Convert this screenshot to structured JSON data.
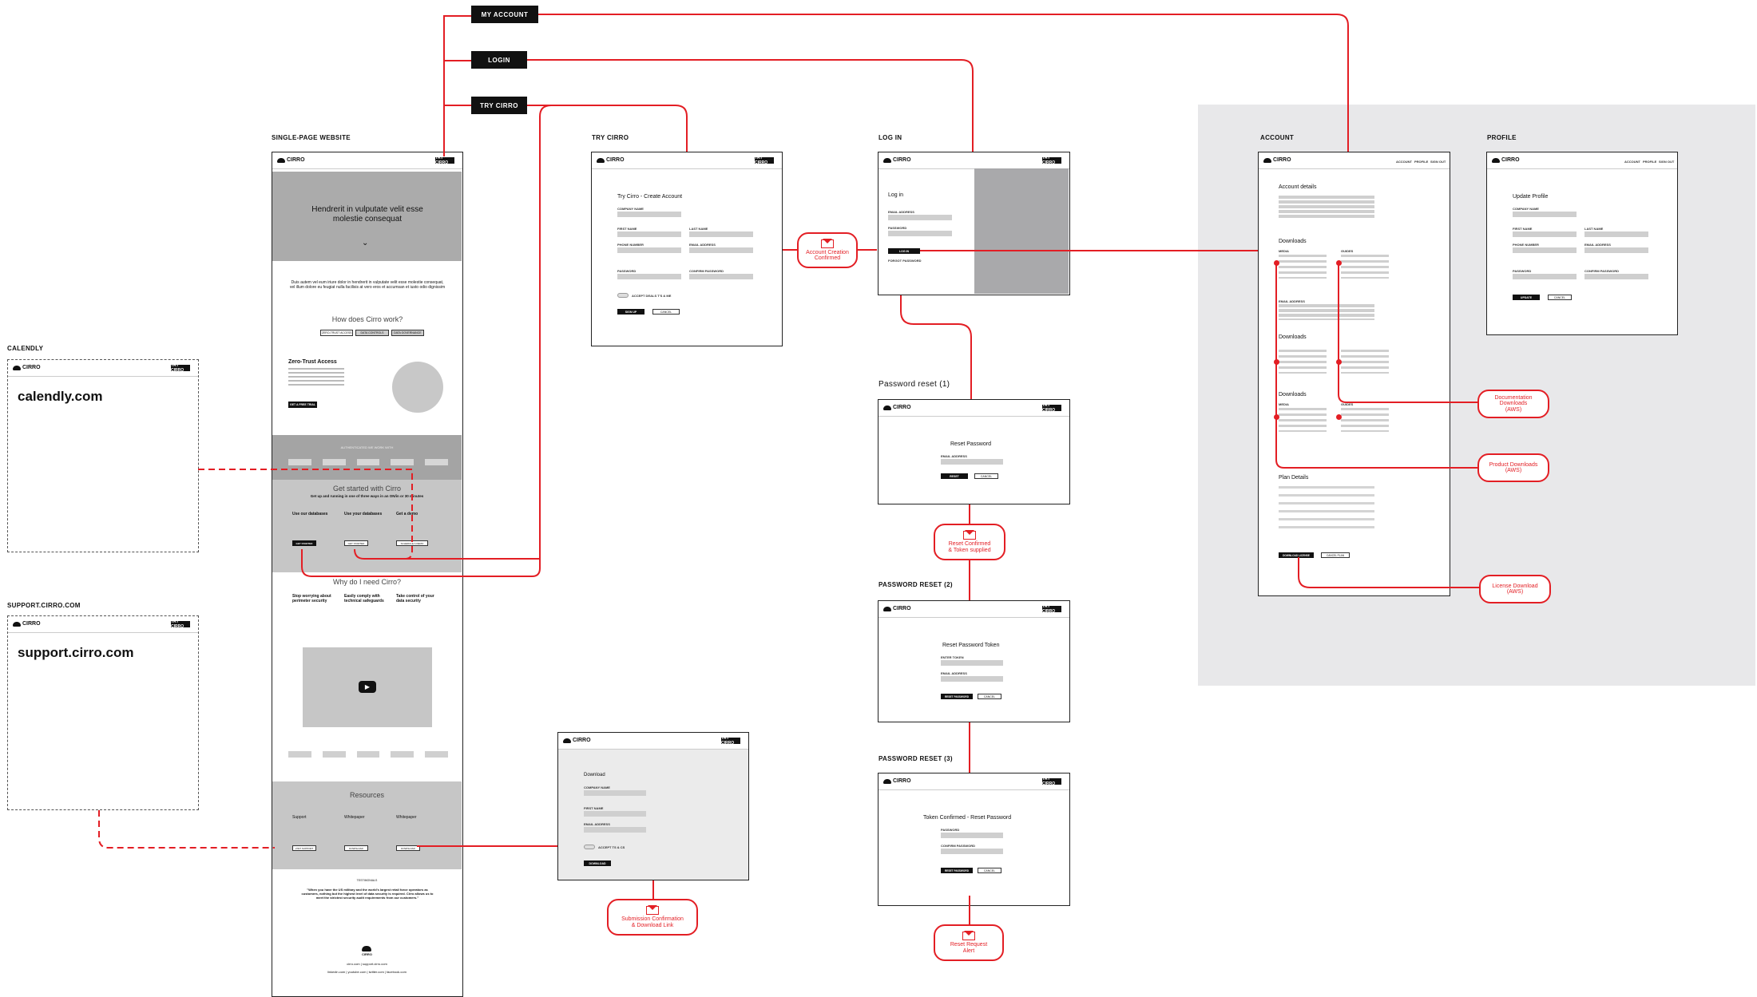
{
  "nav": {
    "my_account": "MY ACCOUNT",
    "login": "LOGIN",
    "try_cirro": "TRY CIRRO"
  },
  "sections": {
    "single_page": "SINGLE-PAGE WEBSITE",
    "try_cirro": "TRY CIRRO",
    "log_in": "LOG IN",
    "account": "ACCOUNT",
    "profile": "PROFILE",
    "calendly": "CALENDLY",
    "support": "SUPPORT.CIRRO.COM",
    "password_reset_1": "Password reset (1)",
    "password_reset_2": "PASSWORD RESET (2)",
    "password_reset_3": "PASSWORD RESET (3)"
  },
  "brand": {
    "logo": "CIRRO",
    "try_button": "TRY CIRRO",
    "accent_color": "#e31e24"
  },
  "website": {
    "hero_title": "Hendrerit in vulputate velit esse molestie consequat",
    "intro": "Duis autem vel eum iriure dolor in hendrerit in vulputate velit esse molestie consequat, vel illum dolore eu feugiat nulla facilisis at vero eros et accumsan et iusto odio dignissim",
    "how_title": "How does Cirro work?",
    "tabs": [
      "ZERO-TRUST ACCESS",
      "DATA CONTROLS",
      "DATA GOVERNANCE"
    ],
    "feature_title": "Zero-Trust Access",
    "feature_button": "GET A FREE TRIAL",
    "band_text": "AUTHENTICATED WE WORK WITH",
    "get_started_title": "Get started with Cirro",
    "get_started_sub": "Get up and running in one of three ways in an ON/in or 30 minutes",
    "options": [
      "Use our databases",
      "Use your databases",
      "Get a demo"
    ],
    "option_buttons": [
      "GET STARTED",
      "GET STARTED",
      "SCHEDULE A DEMO"
    ],
    "why_title": "Why do I need Cirro?",
    "why_cols": [
      "Stop worrying about perimeter security",
      "Easily comply with technical safeguards",
      "Take control of your data security"
    ],
    "resources_title": "Resources",
    "resources": [
      "Support",
      "Whitepaper",
      "Whitepaper"
    ],
    "resource_buttons": [
      "VISIT SUPPORT",
      "DOWNLOAD",
      "DOWNLOAD"
    ],
    "testimonial_label": "TESTIMONIALS",
    "quote": "\"When you have the US military and the world's largest retail force operators as customers, nothing but the highest level of data security is required. Cirro allows us to meet the strictest security audit requirements from our customers.\"",
    "footer_logo": "CIRRO",
    "footer_links": "cirro.com | support.cirro.com",
    "footer_social": "linkedin.com | youtube.com | twitter.com | facebook.com"
  },
  "calendly": {
    "url": "calendly.com"
  },
  "support": {
    "url": "support.cirro.com"
  },
  "try_form": {
    "title": "Try Cirro - Create Account",
    "fields": [
      "COMPANY NAME",
      "FIRST NAME",
      "LAST NAME",
      "PHONE NUMBER",
      "EMAIL ADDRESS",
      "PASSWORD",
      "CONFIRM PASSWORD"
    ],
    "toggle": "ACCEPT DEALS T'S & ME",
    "submit": "SIGN UP",
    "cancel": "CANCEL"
  },
  "login": {
    "title": "Log in",
    "fields": [
      "EMAIL ADDRESS",
      "PASSWORD"
    ],
    "submit": "LOG IN",
    "forgot": "FORGOT PASSWORD"
  },
  "reset1": {
    "title": "Reset Password",
    "field": "EMAIL ADDRESS",
    "submit": "RESET",
    "cancel": "CANCEL"
  },
  "reset2": {
    "title": "Reset Password Token",
    "fields": [
      "ENTER TOKEN",
      "EMAIL ADDRESS"
    ],
    "submit": "RESET PASSWORD",
    "cancel": "CANCEL"
  },
  "reset3": {
    "title": "Token Confirmed - Reset Password",
    "fields": [
      "PASSWORD",
      "CONFIRM PASSWORD"
    ],
    "submit": "RESET PASSWORD",
    "cancel": "CANCEL"
  },
  "download": {
    "title": "Download",
    "fields": [
      "COMPANY NAME",
      "FIRST NAME",
      "EMAIL ADDRESS"
    ],
    "toggle": "ACCEPT TS & CS",
    "submit": "DOWNLOAD"
  },
  "account": {
    "nav": [
      "ACCOUNT",
      "PROFILE",
      "SIGN OUT"
    ],
    "details_title": "Account details",
    "downloads_title": "Downloads",
    "col_labels": [
      "MEDIA",
      "GUIDES"
    ],
    "email_label": "EMAIL ADDRESS",
    "plan_title": "Plan Details",
    "download_license": "DOWNLOAD LICENSE",
    "cancel_plan": "CANCEL PLAN"
  },
  "profile": {
    "nav": [
      "ACCOUNT",
      "PROFILE",
      "SIGN OUT"
    ],
    "title": "Update Profile",
    "fields": [
      "COMPANY NAME",
      "FIRST NAME",
      "LAST NAME",
      "PHONE NUMBER",
      "EMAIL ADDRESS",
      "PASSWORD",
      "CONFIRM PASSWORD"
    ],
    "submit": "UPDATE",
    "cancel": "CANCEL"
  },
  "badges": {
    "account_created": [
      "Account Creation",
      "Confirmed"
    ],
    "reset_confirmed": [
      "Reset Confirmed",
      "& Token supplied"
    ],
    "reset_alert": [
      "Reset Request",
      "Alert"
    ],
    "submission": [
      "Submission Confirmation",
      "& Download Link"
    ],
    "doc_downloads": [
      "Documentation",
      "Downloads",
      "(AWS)"
    ],
    "product_downloads": [
      "Product Downloads",
      "(AWS)"
    ],
    "license_download": [
      "License Download",
      "(AWS)"
    ]
  }
}
